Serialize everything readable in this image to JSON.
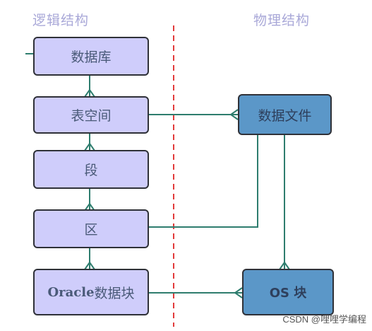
{
  "headings": {
    "logical": "逻辑结构",
    "physical": "物理结构"
  },
  "logical_nodes": {
    "database": "数据库",
    "tablespace": "表空间",
    "segment": "段",
    "extent": "区",
    "block_prefix": "Oracle",
    "block_suffix": " 数据块"
  },
  "physical_nodes": {
    "datafile": "数据文件",
    "os_block": "OS 块"
  },
  "watermark": "CSDN @哩哩学编程",
  "colors": {
    "logical_fill": "#cfcdfb",
    "physical_fill": "#5b97c8",
    "connector": "#2e7d6e",
    "divider": "#e23b3b",
    "heading": "#a9a8d8"
  }
}
